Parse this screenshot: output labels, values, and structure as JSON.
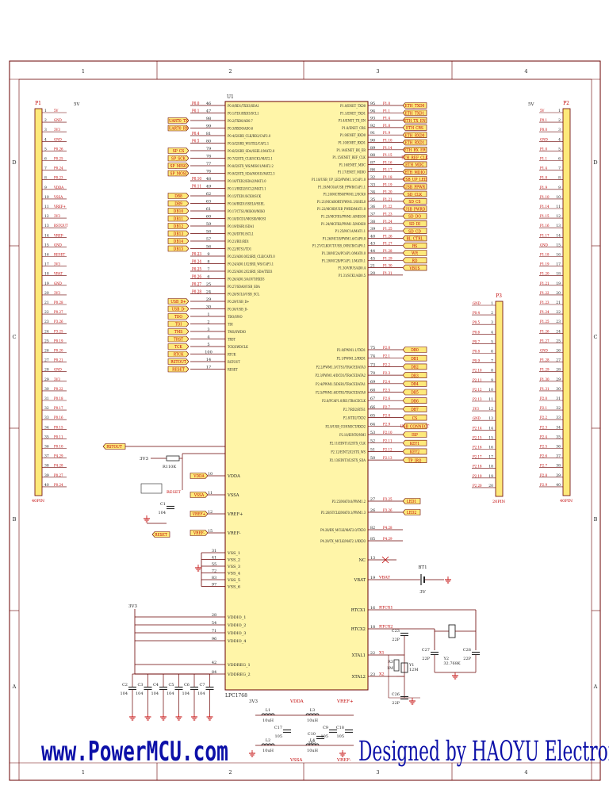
{
  "frame": {
    "columns": [
      "1",
      "2",
      "3",
      "4"
    ],
    "rows": [
      "D",
      "C",
      "B",
      "A"
    ]
  },
  "mcu": {
    "ref": "U1",
    "part": "LPC1768",
    "left_pins": [
      {
        "sig": "P0.0",
        "num": "46",
        "name": "P0.0/RD1/TXD3/SDA1"
      },
      {
        "sig": "P0.1",
        "num": "47",
        "name": "P0.1/TD1/RXD3/SCL1"
      },
      {
        "sig": "UART0_TX",
        "num": "98",
        "name": "P0.2/TXD0/AD0.7"
      },
      {
        "sig": "UART0_RX",
        "num": "99",
        "name": "P0.3/RXD0/AD0.6"
      },
      {
        "sig": "P0.4",
        "num": "81",
        "name": "P0.4/I2SRX_CLK/RD2/CAP2.0"
      },
      {
        "sig": "P0.5",
        "num": "80",
        "name": "P0.5/I2SRX_WS/TD2/CAP2.1"
      },
      {
        "sig": "SP_CS",
        "num": "79",
        "name": "P0.6/I2SRX_SDA/SSEL1/MAT2.0"
      },
      {
        "sig": "SP_SCK",
        "num": "78",
        "name": "P0.7/I2STX_CLK/SCK1/MAT2.1"
      },
      {
        "sig": "SP_MISO",
        "num": "77",
        "name": "P0.8/I2STX_WS/MISO1/MAT2.2"
      },
      {
        "sig": "SP_MOSI",
        "num": "76",
        "name": "P0.9/I2STX_SDA/MOSI1/MAT2.3"
      },
      {
        "sig": "P0.10",
        "num": "48",
        "name": "P0.10/TXD2/SDA2/MAT3.0"
      },
      {
        "sig": "P0.11",
        "num": "49",
        "name": "P0.11/RXD2/SCL2/MAT3.1"
      },
      {
        "sig": "DB8",
        "num": "62",
        "name": "P0.15/TXD1/SCK0/SCK"
      },
      {
        "sig": "DB9",
        "num": "63",
        "name": "P0.16/RXD1/SSEL0/SSEL"
      },
      {
        "sig": "DB10",
        "num": "61",
        "name": "P0.17/CTS1/MISO0/MISO"
      },
      {
        "sig": "DB11",
        "num": "60",
        "name": "P0.18/DCD1/MOSI0/MOSI"
      },
      {
        "sig": "DB12",
        "num": "59",
        "name": "P0.19/DSR1/SDA1"
      },
      {
        "sig": "DB13",
        "num": "58",
        "name": "P0.20/DTR1/SCL1"
      },
      {
        "sig": "DB14",
        "num": "57",
        "name": "P0.21/RI1/RD1"
      },
      {
        "sig": "DB15",
        "num": "56",
        "name": "P0.22/RTS1/TD1"
      },
      {
        "sig": "P0.23",
        "num": "9",
        "name": "P0.23/AD0.0/I2SRX_CLK/CAP3.0"
      },
      {
        "sig": "P0.24",
        "num": "8",
        "name": "P0.24/AD0.1/I2SRX_WS/CAP3.1"
      },
      {
        "sig": "P0.25",
        "num": "7",
        "name": "P0.25/AD0.2/I2SRX_SDA/TXD3"
      },
      {
        "sig": "P0.26",
        "num": "6",
        "name": "P0.26/AD0.3/AOUT/RXD3"
      },
      {
        "sig": "P0.27",
        "num": "25",
        "name": "P0.27/SDA0/USB_SDA"
      },
      {
        "sig": "P0.28",
        "num": "24",
        "name": "P0.28/SCL0/USB_SCL"
      },
      {
        "sig": "USB_D+",
        "num": "29",
        "name": "P0.29/USB_D+"
      },
      {
        "sig": "USB_D-",
        "num": "30",
        "name": "P0.30/USB_D-"
      },
      {
        "sig": "TDO",
        "num": "1",
        "name": "TDO/SWO"
      },
      {
        "sig": "TDI",
        "num": "2",
        "name": "TDI"
      },
      {
        "sig": "TMS",
        "num": "3",
        "name": "TMS/SWDIO"
      },
      {
        "sig": "TRST",
        "num": "4",
        "name": "TRST"
      },
      {
        "sig": "TCK",
        "num": "5",
        "name": "TCK/SWDCLK"
      },
      {
        "sig": "RTCK",
        "num": "100",
        "name": "RTCK"
      },
      {
        "sig": "RSTOUT",
        "num": "14",
        "name": "RSTOUT"
      },
      {
        "sig": "RESET",
        "num": "17",
        "name": "RESET"
      }
    ],
    "right_pins": [
      {
        "sig": "ETH_TXD0",
        "num": "95",
        "name": "P1.0/ENET_TXD0",
        "net": "P1.0"
      },
      {
        "sig": "ETH_TXD1",
        "num": "94",
        "name": "P1.1/ENET_TXD1",
        "net": "P1.1"
      },
      {
        "sig": "ETH_TX_EN",
        "num": "93",
        "name": "P1.4/ENET_TX_EN",
        "net": "P1.4"
      },
      {
        "sig": "ETH_CRS",
        "num": "92",
        "name": "P1.8/ENET_CRS",
        "net": "P1.8"
      },
      {
        "sig": "ETH_RXD0",
        "num": "91",
        "name": "P1.9/ENET_RXD0",
        "net": "P1.9"
      },
      {
        "sig": "ETH_RXD1",
        "num": "90",
        "name": "P1.10/ENET_RXD1",
        "net": "P1.10"
      },
      {
        "sig": "ETH_RX_ER",
        "num": "89",
        "name": "P1.14/ENET_RX_ER",
        "net": "P1.14"
      },
      {
        "sig": "ETH_REF_CLK",
        "num": "88",
        "name": "P1.15/ENET_REF_CLK",
        "net": "P1.15"
      },
      {
        "sig": "ETH_MDC",
        "num": "87",
        "name": "P1.16/ENET_MDC",
        "net": "P1.16"
      },
      {
        "sig": "ETH_MDIO",
        "num": "86",
        "name": "P1.17/ENET_MDIO",
        "net": "P1.17"
      },
      {
        "sig": "USB_UP_LED",
        "num": "32",
        "name": "P1.18/USB_UP_LED/PWM1.1/CAP1.0",
        "net": "P1.18"
      },
      {
        "sig": "USB_PPWR",
        "num": "33",
        "name": "P1.19/MC0A/USB_PPWR/CAP1.1",
        "net": "P1.19"
      },
      {
        "sig": "SD_CLK",
        "num": "34",
        "name": "P1.20/MCFB0/PWM1.2/SCK0",
        "net": "P1.20"
      },
      {
        "sig": "SD_CS",
        "num": "35",
        "name": "P1.21/MCABORT/PWM1.3/SSEL0",
        "net": "P1.21"
      },
      {
        "sig": "USB_PWRD",
        "num": "36",
        "name": "P1.22/MC0B/USB_PWRD/MAT1.0",
        "net": "P1.22"
      },
      {
        "sig": "SD_DO",
        "num": "37",
        "name": "P1.23/MCFB1/PWM1.4/MISO0",
        "net": "P1.23"
      },
      {
        "sig": "SD_DI",
        "num": "38",
        "name": "P1.24/MCFB2/PWM1.5/MOSI0",
        "net": "P1.24"
      },
      {
        "sig": "SD_CD",
        "num": "39",
        "name": "P1.25/MC1A/MAT1.1",
        "net": "P1.25"
      },
      {
        "sig": "BL_CTRL",
        "num": "40",
        "name": "P1.26/MC1B/PWM1.6/CAP0.0",
        "net": "P1.26"
      },
      {
        "sig": "RS",
        "num": "43",
        "name": "P1.27/CLKOUT/USB_OVRCR/CAP0.1",
        "net": "P1.27"
      },
      {
        "sig": "WR",
        "num": "44",
        "name": "P1.28/MC2A/PCAP1.0/MAT0.0",
        "net": "P1.28"
      },
      {
        "sig": "RD",
        "num": "45",
        "name": "P1.29/MC2B/PCAP1.1/MAT0.1",
        "net": "P1.29"
      },
      {
        "sig": "VBUS",
        "num": "21",
        "name": "P1.30/VBUS/AD0.4",
        "net": "P1.30"
      },
      {
        "sig": "",
        "num": "20",
        "name": "P1.31/SCK1/AD0.5",
        "net": "P1.31"
      },
      {
        "sig": "DB0",
        "num": "75",
        "name": "P2.0/PWM1.1/TXD1",
        "net": "P2.0"
      },
      {
        "sig": "DB1",
        "num": "74",
        "name": "P2.1/PWM1.2/RXD1",
        "net": "P2.1"
      },
      {
        "sig": "DB2",
        "num": "73",
        "name": "P2.2/PWM1.3/CTS1/TRACEDATA3",
        "net": "P2.2"
      },
      {
        "sig": "DB3",
        "num": "70",
        "name": "P2.3/PWM1.4/DCD1/TRACEDATA2",
        "net": "P2.3"
      },
      {
        "sig": "DB4",
        "num": "69",
        "name": "P2.4/PWM1.5/DSR1/TRACEDATA1",
        "net": "P2.4"
      },
      {
        "sig": "DB5",
        "num": "68",
        "name": "P2.5/PWM1.6/DTR1/TRACEDATA0",
        "net": "P2.5"
      },
      {
        "sig": "DB6",
        "num": "67",
        "name": "P2.6/PCAP1.0/RI1/TRACECLK",
        "net": "P2.6"
      },
      {
        "sig": "DB7",
        "num": "66",
        "name": "P2.7/RD2/RTS1",
        "net": "P2.7"
      },
      {
        "sig": "CS",
        "num": "65",
        "name": "P2.8/TD2/TXD2",
        "net": "P2.8"
      },
      {
        "sig": "USB_CONNECT",
        "num": "64",
        "name": "P2.9/USB_CONNECT/RXD2",
        "net": "P2.9"
      },
      {
        "sig": "ISP",
        "num": "53",
        "name": "P2.10/EINT0/NMI",
        "net": "P2.10"
      },
      {
        "sig": "KEY1",
        "num": "52",
        "name": "P2.11/EINT1/I2STX_CLK",
        "net": "P2.11"
      },
      {
        "sig": "KEY2",
        "num": "51",
        "name": "P2.12/EINT2/I2STX_WS",
        "net": "P2.12"
      },
      {
        "sig": "TP_IRQ",
        "num": "50",
        "name": "P2.13/EINT3/I2STX_SDA",
        "net": "P2.13"
      }
    ],
    "right_pins_lower": [
      {
        "sig": "LED1",
        "num": "27",
        "name": "P3.25/MAT0.0/PWM1.2",
        "net": "P3.25"
      },
      {
        "sig": "LED2",
        "num": "26",
        "name": "P3.26/STCLK/MAT0.1/PWM1.3",
        "net": "P3.26"
      },
      {
        "sig": "",
        "num": "82",
        "name": "P4.28/RX_MCLK/MAT2.0/TXD3",
        "net": "P4.28"
      },
      {
        "sig": "",
        "num": "85",
        "name": "P4.29/TX_MCLK/MAT2.1/RXD3",
        "net": "P4.29"
      }
    ],
    "power_pins": [
      {
        "num": "10",
        "name": "VDDA",
        "net": "VDDA"
      },
      {
        "num": "11",
        "name": "VSSA",
        "net": "VSSA"
      },
      {
        "num": "12",
        "name": "VREF+",
        "net": "VREF+"
      },
      {
        "num": "15",
        "name": "VREF-",
        "net": "VREF-"
      }
    ],
    "vss_pins": [
      {
        "num": "31",
        "name": "VSS_1"
      },
      {
        "num": "41",
        "name": "VSS_2"
      },
      {
        "num": "55",
        "name": "VSS_3"
      },
      {
        "num": "72",
        "name": "VSS_4"
      },
      {
        "num": "83",
        "name": "VSS_5"
      },
      {
        "num": "97",
        "name": "VSS_6"
      }
    ],
    "vdd_pins": [
      {
        "num": "28",
        "name": "VDDIO_1"
      },
      {
        "num": "54",
        "name": "VDDIO_2"
      },
      {
        "num": "71",
        "name": "VDDIO_3"
      },
      {
        "num": "96",
        "name": "VDDIO_4"
      },
      {
        "num": "42",
        "name": "VDDREG_1"
      },
      {
        "num": "84",
        "name": "VDDREG_2"
      }
    ],
    "misc_pins": [
      {
        "num": "13",
        "name": "NC"
      },
      {
        "num": "19",
        "name": "VBAT",
        "net": "VBAT"
      },
      {
        "num": "16",
        "name": "RTCX1",
        "net": "RTCX1"
      },
      {
        "num": "18",
        "name": "RTCX2",
        "net": "RTCX2"
      },
      {
        "num": "22",
        "name": "XTAL1",
        "net": "X1"
      },
      {
        "num": "23",
        "name": "XTAL2",
        "net": "X2"
      }
    ]
  },
  "p1": {
    "ref": "P1",
    "type": "40PIN",
    "power": "5V",
    "pins": [
      "5V",
      "GND",
      "3V3",
      "GND",
      "P0.26",
      "P0.25",
      "P0.24",
      "P0.23",
      "VDDA",
      "VSSA",
      "VREF+",
      "3V3",
      "RSTOUT",
      "VREF-",
      "GND",
      "RESET",
      "3V3",
      "VBAT",
      "GND",
      "3V3",
      "P0.28",
      "P0.27",
      "P3.26",
      "P3.25",
      "P0.19",
      "P0.20",
      "P0.21",
      "GND",
      "3V3",
      "P0.22",
      "P0.18",
      "P0.17",
      "P0.16",
      "P0.15",
      "P0.11",
      "P0.10",
      "P4.29",
      "P4.28",
      "P0.27",
      "P0.24"
    ]
  },
  "p2": {
    "ref": "P2",
    "type": "40PIN",
    "power": "5V",
    "pins": [
      "5V",
      "P0.1",
      "P0.0",
      "GND",
      "P1.0",
      "P1.1",
      "P1.4",
      "P1.8",
      "P1.9",
      "P1.10",
      "P1.14",
      "P1.15",
      "P1.16",
      "P1.17",
      "GND",
      "P1.18",
      "P1.19",
      "P1.20",
      "P1.21",
      "P1.22",
      "P1.23",
      "P1.24",
      "P1.25",
      "P1.26",
      "P1.27",
      "GND",
      "P1.28",
      "P1.29",
      "P1.30",
      "P1.31",
      "P2.0",
      "P2.1",
      "P2.2",
      "P2.3",
      "P2.4",
      "P2.5",
      "P2.6",
      "P2.7",
      "P2.8",
      "P2.9"
    ]
  },
  "p3": {
    "ref": "P3",
    "type": "20PIN",
    "pins": [
      "GND",
      "P0.4",
      "P0.5",
      "P0.6",
      "P0.7",
      "P0.8",
      "P0.9",
      "P2.10",
      "P2.11",
      "P2.12",
      "P2.13",
      "3V3",
      "GND",
      "P2.14",
      "P2.15",
      "P2.16",
      "P2.17",
      "P2.18",
      "P2.19",
      "P2.20"
    ]
  },
  "parts": {
    "r1": {
      "ref": "R1",
      "val": "10K",
      "net": "3V3"
    },
    "reset": {
      "label": "RESET",
      "btn": "RESET"
    },
    "c1": {
      "ref": "C1",
      "val": "104"
    },
    "rstout": "RSTOUT",
    "b1": {
      "ref": "BT1",
      "val": "3V"
    },
    "y2": {
      "ref": "Y2",
      "val": "32.768K"
    },
    "c27": {
      "ref": "C27",
      "val": "22P"
    },
    "c28": {
      "ref": "C28",
      "val": "22P"
    },
    "c23": {
      "ref": "C23",
      "val": "22P"
    },
    "c26": {
      "ref": "C26",
      "val": "22P"
    },
    "y1": {
      "ref": "Y1",
      "val": "12M"
    },
    "r3": {
      "ref": "R3",
      "val": "1M"
    },
    "caps": [
      {
        "ref": "C2",
        "val": "104"
      },
      {
        "ref": "C3",
        "val": "104"
      },
      {
        "ref": "C4",
        "val": "104"
      },
      {
        "ref": "C5",
        "val": "104"
      },
      {
        "ref": "C6",
        "val": "104"
      },
      {
        "ref": "C7",
        "val": "104"
      }
    ],
    "l1": {
      "ref": "L1",
      "val": "10uH"
    },
    "l2": {
      "ref": "L2",
      "val": "10uH"
    },
    "l3": {
      "ref": "L3",
      "val": "10uH"
    },
    "l4": {
      "ref": "L4",
      "val": "10uH"
    },
    "c17": {
      "ref": "C17",
      "val": "105"
    },
    "c18": {
      "ref": "C18",
      "val": "105"
    },
    "c9": {
      "ref": "C9",
      "val": "105"
    },
    "c10": {
      "ref": "C10",
      "val": "105"
    },
    "nets": {
      "v3": "3V3",
      "vdda": "VDDA",
      "vssa": "VSSA",
      "vrefp": "VREF+",
      "vrefm": "VREF-"
    }
  },
  "watermark": {
    "left": "www.PowerMCU.com",
    "right": "Designed by HAOYU Electroni"
  }
}
